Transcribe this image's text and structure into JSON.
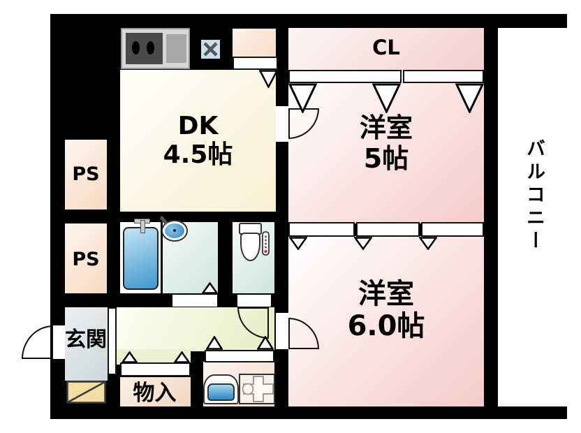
{
  "floorplan": {
    "rooms": {
      "dk": {
        "label": "DK",
        "area": "4.5帖"
      },
      "western_room_5": {
        "label": "洋室",
        "area": "5帖"
      },
      "western_room_6": {
        "label": "洋室",
        "area": "6.0帖"
      },
      "closet": {
        "label": "CL"
      },
      "ps_upper": {
        "label": "PS"
      },
      "ps_lower": {
        "label": "PS"
      },
      "entrance": {
        "label": "玄関"
      },
      "storage": {
        "label": "物入"
      },
      "balcony": {
        "label": "バルコニー"
      }
    },
    "fixtures": [
      "stove-icon",
      "exhaust-fan-icon",
      "bathtub-icon",
      "faucet-icon",
      "washbasin-icon",
      "toilet-icon",
      "washing-machine-icon",
      "washer-pan-icon",
      "shoe-cabinet-icon"
    ],
    "colors": {
      "wall": "#000000",
      "dk_floor": "#f8efd3",
      "western_room_floor": "#f5cbc8",
      "closet_floor": "#f3cfcf",
      "pipe_space": "#f7d9c2",
      "hall_floor": "#e6eec6",
      "entrance_floor": "#cdd7db",
      "storage_floor": "#f2d7c2",
      "bathroom_floor": "#cfe5df",
      "bathtub": "#3e98cf",
      "shoe_cabinet": "#f3dda4",
      "balcony": "#ffffff"
    }
  }
}
